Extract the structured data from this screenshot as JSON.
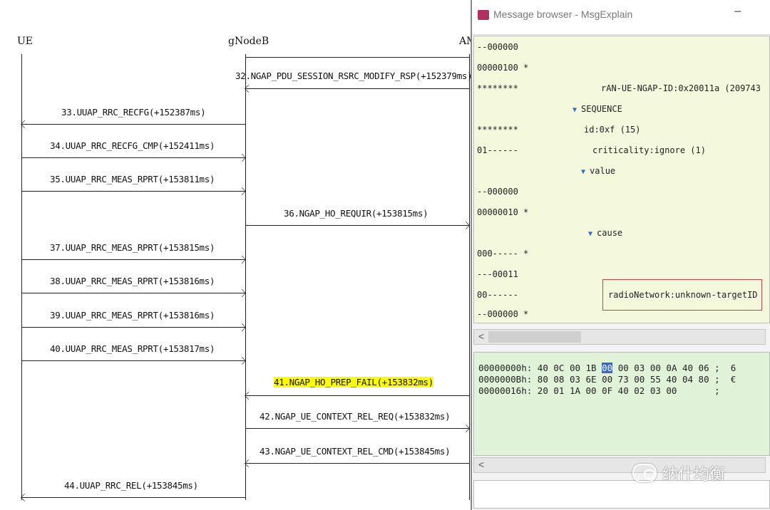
{
  "diagram": {
    "nodes": [
      "UE",
      "gNodeB",
      "AM"
    ],
    "messages": [
      {
        "label": "32.NGAP_PDU_SESSION_RSRC_MODIFY_RSP(+152379ms)",
        "highlight": false
      },
      {
        "label": "33.UUAP_RRC_RECFG(+152387ms)",
        "highlight": false
      },
      {
        "label": "34.UUAP_RRC_RECFG_CMP(+152411ms)",
        "highlight": false
      },
      {
        "label": "35.UUAP_RRC_MEAS_RPRT(+153811ms)",
        "highlight": false
      },
      {
        "label": "36.NGAP_HO_REQUIR(+153815ms)",
        "highlight": false
      },
      {
        "label": "37.UUAP_RRC_MEAS_RPRT(+153815ms)",
        "highlight": false
      },
      {
        "label": "38.UUAP_RRC_MEAS_RPRT(+153816ms)",
        "highlight": false
      },
      {
        "label": "39.UUAP_RRC_MEAS_RPRT(+153816ms)",
        "highlight": false
      },
      {
        "label": "40.UUAP_RRC_MEAS_RPRT(+153817ms)",
        "highlight": false
      },
      {
        "label": "41.NGAP_HO_PREP_FAIL(+153832ms)",
        "highlight": true
      },
      {
        "label": "42.NGAP_UE_CONTEXT_REL_REQ(+153832ms)",
        "highlight": false
      },
      {
        "label": "43.NGAP_UE_CONTEXT_REL_CMD(+153845ms)",
        "highlight": false
      },
      {
        "label": "44.UUAP_RRC_REL(+153845ms)",
        "highlight": false
      }
    ]
  },
  "window": {
    "title": "Message browser - MsgExplain",
    "minimize_symbol": "−",
    "tree_rows": [
      {
        "bits": "--000000",
        "field": "",
        "expand": false
      },
      {
        "bits": "00000100 *",
        "field": "",
        "expand": false
      },
      {
        "bits": "********",
        "field": "rAN-UE-NGAP-ID:0x20011a (209743",
        "expand": false
      },
      {
        "bits": "",
        "field": "SEQUENCE",
        "expand": true
      },
      {
        "bits": "********",
        "field": "id:0xf (15)",
        "expand": false
      },
      {
        "bits": "01------",
        "field": "criticality:ignore (1)",
        "expand": false
      },
      {
        "bits": "",
        "field": "value",
        "expand": true
      },
      {
        "bits": "--000000",
        "field": "",
        "expand": false
      },
      {
        "bits": "00000010 *",
        "field": "",
        "expand": false
      },
      {
        "bits": "",
        "field": "cause",
        "expand": true
      },
      {
        "bits": "000----- *",
        "field": "",
        "expand": false
      },
      {
        "bits": "---00011",
        "field": "",
        "expand": false
      },
      {
        "bits": "00------",
        "field": "radioNetwork:unknown-targetID",
        "expand": false
      },
      {
        "bits": "--000000 *",
        "field": "",
        "expand": false
      }
    ],
    "scroll_chevron": "<",
    "hex_rows": [
      {
        "addr": "00000000h:",
        "before": " 40 0C 00 1B ",
        "selected": "00",
        "after": " 00 03 00 0A 40 06 ;  6"
      },
      {
        "addr": "0000000Bh:",
        "before": " 80 08 03 6E 00 73 00 55 40 04 80 ;  €",
        "selected": "",
        "after": ""
      },
      {
        "addr": "00000016h:",
        "before": " 20 01 1A 00 0F 40 02 03 00       ;",
        "selected": "",
        "after": ""
      }
    ],
    "watermark": "纳什均衡"
  }
}
